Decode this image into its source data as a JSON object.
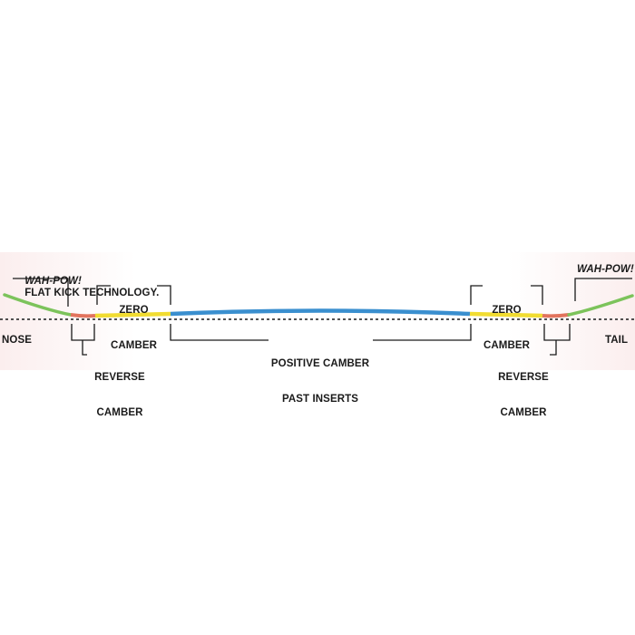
{
  "colors": {
    "flat_kick": "#7cc35b",
    "reverse_camber": "#e2735d",
    "zero_camber": "#f1dc31",
    "positive_camber": "#3a8fcf",
    "baseline": "#1a1a1a"
  },
  "labels": {
    "wah_pow_nose": "WAH-POW!",
    "flat_kick_technology": "FLAT KICK TECHNOLOGY.",
    "wah_pow_tail": "WAH-POW!",
    "zero_camber_left_line1": "ZERO",
    "zero_camber_left_line2": "CAMBER",
    "zero_camber_right_line1": "ZERO",
    "zero_camber_right_line2": "CAMBER",
    "nose": "NOSE",
    "tail": "TAIL",
    "reverse_camber_left_line1": "REVERSE",
    "reverse_camber_left_line2": "CAMBER",
    "reverse_camber_right_line1": "REVERSE",
    "reverse_camber_right_line2": "CAMBER",
    "positive_camber_line1": "POSITIVE CAMBER",
    "positive_camber_line2": "PAST INSERTS"
  }
}
